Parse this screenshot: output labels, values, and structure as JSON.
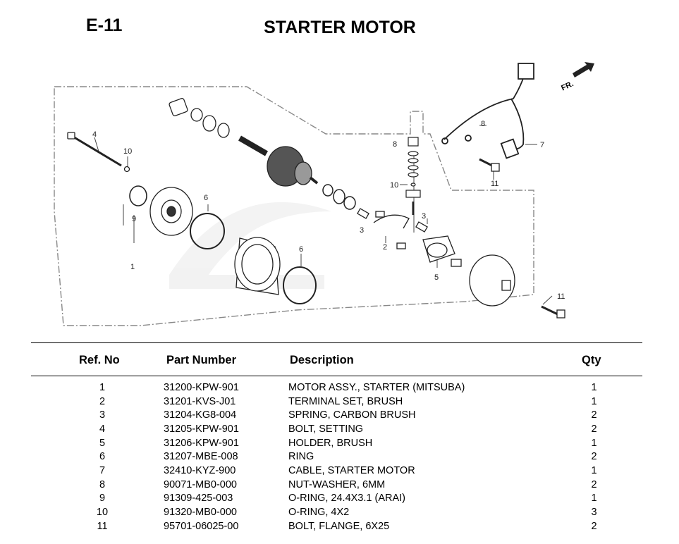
{
  "page": {
    "code": "E-11",
    "title": "STARTER MOTOR"
  },
  "diagram": {
    "direction_marker": "FR.",
    "callouts": [
      "1",
      "2",
      "3",
      "3",
      "4",
      "5",
      "6",
      "6",
      "7",
      "8",
      "8",
      "9",
      "10",
      "10",
      "11",
      "11"
    ]
  },
  "table": {
    "headers": {
      "ref": "Ref. No",
      "part": "Part Number",
      "desc": "Description",
      "qty": "Qty"
    },
    "rows": [
      {
        "ref": "1",
        "part": "31200-KPW-901",
        "desc": "MOTOR ASSY., STARTER (MITSUBA)",
        "qty": "1"
      },
      {
        "ref": "2",
        "part": "31201-KVS-J01",
        "desc": "TERMINAL SET, BRUSH",
        "qty": "1"
      },
      {
        "ref": "3",
        "part": "31204-KG8-004",
        "desc": "SPRING, CARBON BRUSH",
        "qty": "2"
      },
      {
        "ref": "4",
        "part": "31205-KPW-901",
        "desc": "BOLT, SETTING",
        "qty": "2"
      },
      {
        "ref": "5",
        "part": "31206-KPW-901",
        "desc": "HOLDER, BRUSH",
        "qty": "1"
      },
      {
        "ref": "6",
        "part": "31207-MBE-008",
        "desc": "RING",
        "qty": "2"
      },
      {
        "ref": "7",
        "part": "32410-KYZ-900",
        "desc": "CABLE, STARTER MOTOR",
        "qty": "1"
      },
      {
        "ref": "8",
        "part": "90071-MB0-000",
        "desc": "NUT-WASHER, 6MM",
        "qty": "2"
      },
      {
        "ref": "9",
        "part": "91309-425-003",
        "desc": "O-RING, 24.4X3.1 (ARAI)",
        "qty": "1"
      },
      {
        "ref": "10",
        "part": "91320-MB0-000",
        "desc": "O-RING, 4X2",
        "qty": "3"
      },
      {
        "ref": "11",
        "part": "95701-06025-00",
        "desc": "BOLT, FLANGE, 6X25",
        "qty": "2"
      }
    ]
  }
}
